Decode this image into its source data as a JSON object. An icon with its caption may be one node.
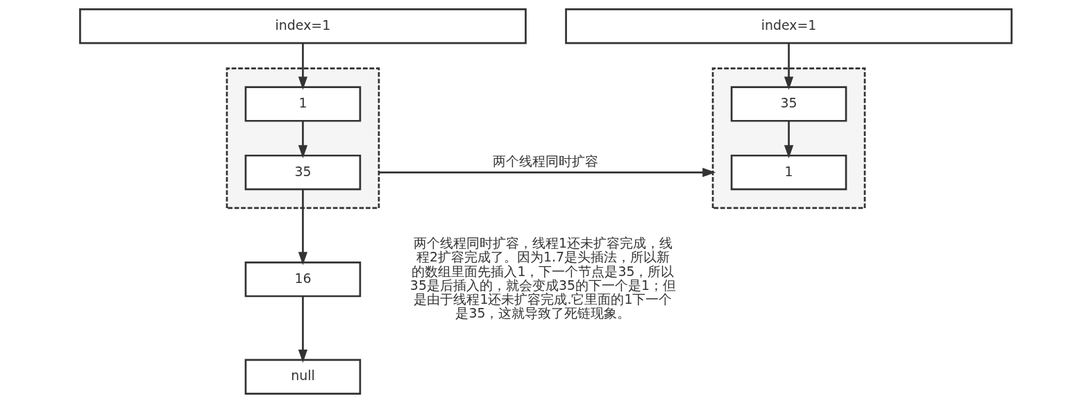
{
  "diagram": {
    "nodes": [
      {
        "text": [
          "index=1"
        ]
      },
      {
        "text": [],
        "shape": "box"
      },
      {
        "text": [
          "1"
        ],
        "in": 1
      },
      {
        "text": [
          "35"
        ],
        "in": 1
      },
      {
        "text": [
          "16"
        ]
      },
      {
        "text": [
          "null"
        ]
      },
      {
        "text": [
          "index=1"
        ]
      },
      {
        "text": [],
        "shape": "box"
      },
      {
        "text": [
          "35"
        ],
        "in": 7
      },
      {
        "text": [
          "1"
        ],
        "in": 7
      }
    ],
    "edges": [
      {
        "from": 0,
        "to": 2,
        "arrow": "to"
      },
      {
        "from": 2,
        "to": 3,
        "arrow": "to"
      },
      {
        "from": 3,
        "to": 4,
        "arrow": "to"
      },
      {
        "from": 4,
        "to": 5,
        "arrow": "to"
      },
      {
        "from": 1,
        "to": 7,
        "arrow": "to",
        "label": "两个线程同时扩容"
      },
      {
        "from": 6,
        "to": 8,
        "arrow": "to"
      },
      {
        "from": 8,
        "to": 9,
        "arrow": "to"
      }
    ],
    "labels": [
      "两个线程同时扩容，线程1还未扩容完成，线程2扩容完成了。因为1.7是头插法，所以新的数组里面先插入1，下一个节点是35，所以35是后插入的，就会变成35的下一个是1；但是由于线程1还未扩容完成.它里面的1下一个是35，这就导致了死链现象。"
    ]
  }
}
